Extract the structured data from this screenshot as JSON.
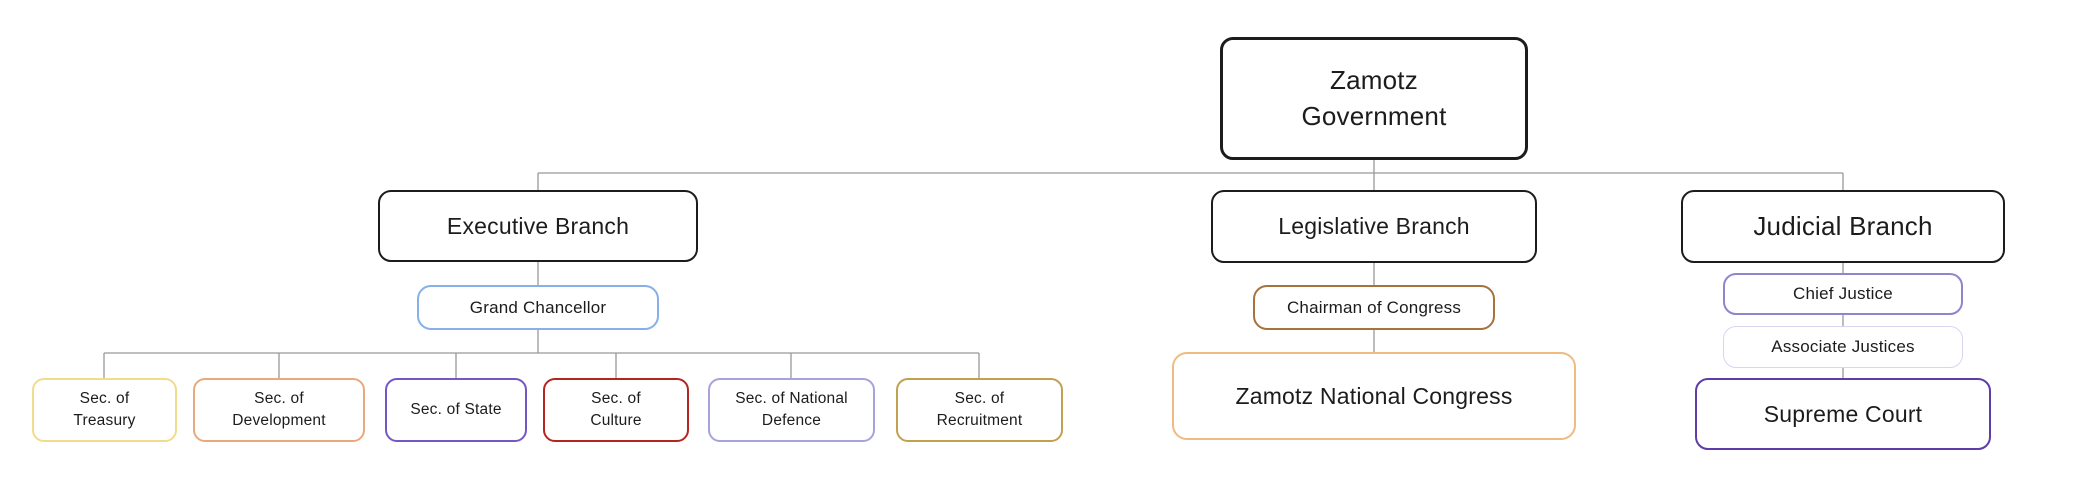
{
  "diagram": {
    "title": "Zamotz Government",
    "connector_color": "#999999",
    "text_color": "#1c1c1c",
    "nodes": {
      "government": {
        "label": "Zamotz\nGovernment",
        "border_color": "#1c1c1c"
      },
      "executive": {
        "label": "Executive Branch",
        "border_color": "#1c1c1c"
      },
      "legislative": {
        "label": "Legislative Branch",
        "border_color": "#1c1c1c"
      },
      "judicial": {
        "label": "Judicial Branch",
        "border_color": "#1c1c1c"
      },
      "grand_chancellor": {
        "label": "Grand Chancellor",
        "border_color": "#85b0e8"
      },
      "sec_treasury": {
        "label": "Sec. of\nTreasury",
        "border_color": "#f0dc8a"
      },
      "sec_development": {
        "label": "Sec. of\nDevelopment",
        "border_color": "#e9a97d"
      },
      "sec_state": {
        "label": "Sec. of State",
        "border_color": "#7457c5"
      },
      "sec_culture": {
        "label": "Sec. of\nCulture",
        "border_color": "#b42520"
      },
      "sec_national_defence": {
        "label": "Sec. of National\nDefence",
        "border_color": "#a6a2dd"
      },
      "sec_recruitment": {
        "label": "Sec. of\nRecruitment",
        "border_color": "#c1a14f"
      },
      "chairman": {
        "label": "Chairman of Congress",
        "border_color": "#a9713c"
      },
      "congress": {
        "label": "Zamotz National Congress",
        "border_color": "#f0ba80"
      },
      "chief_justice": {
        "label": "Chief Justice",
        "border_color": "#9184ce"
      },
      "associate_justices": {
        "label": "Associate Justices",
        "border_color": "#d9d5f1"
      },
      "supreme_court": {
        "label": "Supreme Court",
        "border_color": "#5f3da8"
      }
    }
  }
}
